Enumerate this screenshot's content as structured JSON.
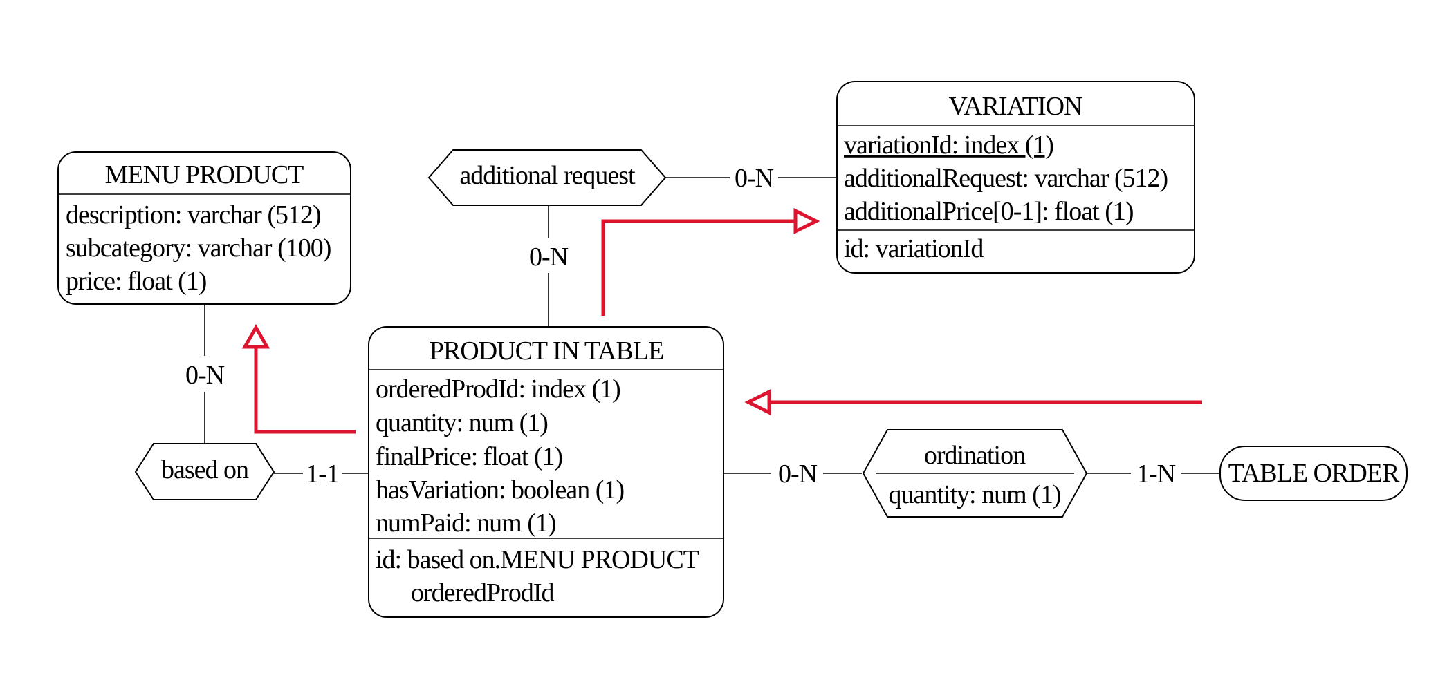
{
  "entities": {
    "menu_product": {
      "title": "MENU PRODUCT",
      "attributes": [
        "description: varchar (512)",
        "subcategory: varchar (100)",
        "price: float (1)"
      ]
    },
    "variation": {
      "title": "VARIATION",
      "attributes": [
        "variationId: index (1)",
        "additionalRequest: varchar (512)",
        "additionalPrice[0-1]: float (1)"
      ],
      "identifier": [
        "id: variationId"
      ]
    },
    "product_in_table": {
      "title": "PRODUCT IN TABLE",
      "attributes": [
        "orderedProdId: index (1)",
        "quantity: num (1)",
        "finalPrice: float (1)",
        "hasVariation: boolean (1)",
        "numPaid: num (1)"
      ],
      "identifier": [
        "id: based on.MENU PRODUCT",
        "orderedProdId"
      ]
    },
    "table_order": {
      "title": "TABLE ORDER"
    }
  },
  "relationships": {
    "additional_request": {
      "title": "additional request"
    },
    "based_on": {
      "title": "based on"
    },
    "ordination": {
      "title": "ordination",
      "attributes": [
        "quantity: num (1)"
      ]
    }
  },
  "cardinalities": {
    "additional_request_variation": "0-N",
    "additional_request_product": "0-N",
    "based_on_menu_product": "0-N",
    "based_on_product": "1-1",
    "ordination_product": "0-N",
    "ordination_table_order": "1-N"
  },
  "colors": {
    "annotation_arrow": "#dc1430"
  }
}
